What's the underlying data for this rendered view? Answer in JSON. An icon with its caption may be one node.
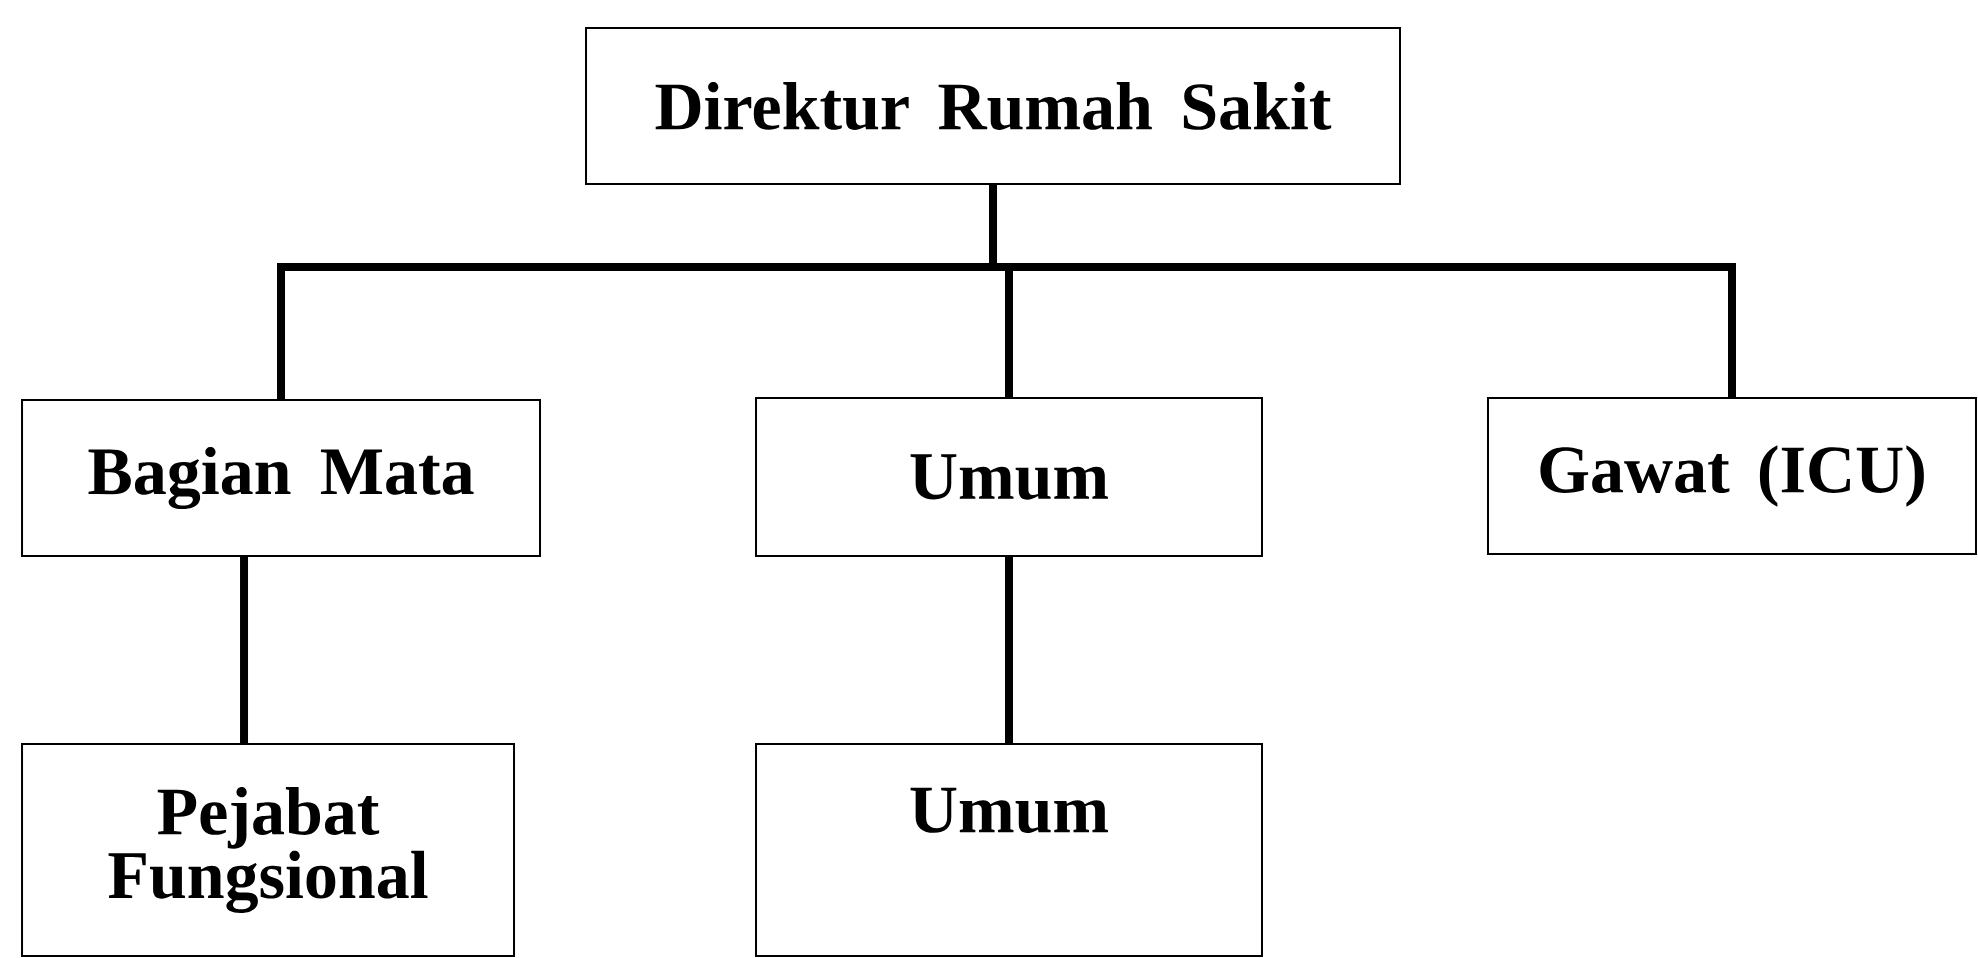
{
  "diagram": {
    "nodes": [
      {
        "text": [
          "Direktur Rumah Sakit"
        ]
      },
      {
        "text": [
          "Bagian Mata"
        ]
      },
      {
        "text": [
          "Umum"
        ]
      },
      {
        "text": [
          "Gawat (ICU)"
        ]
      },
      {
        "text": [
          "Pejabat Fungsional"
        ]
      },
      {
        "text": [
          "Umum"
        ]
      }
    ],
    "edges": [
      {
        "from": 0,
        "to": 1,
        "arrow": "none"
      },
      {
        "from": 0,
        "to": 2,
        "arrow": "none"
      },
      {
        "from": 0,
        "to": 3,
        "arrow": "none"
      },
      {
        "from": 1,
        "to": 4,
        "arrow": "none"
      },
      {
        "from": 2,
        "to": 5,
        "arrow": "none"
      }
    ]
  }
}
